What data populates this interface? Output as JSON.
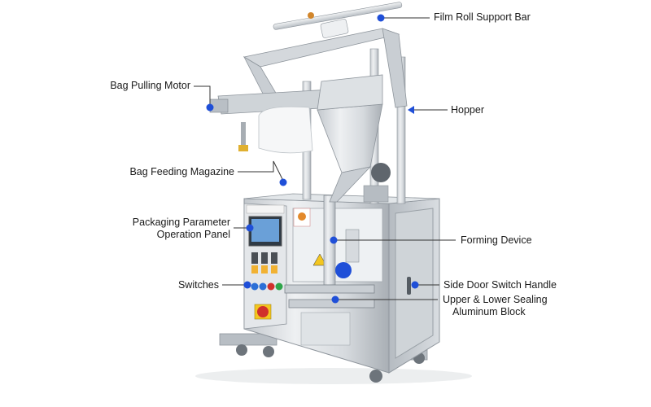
{
  "colors": {
    "marker": "#1f4fd8",
    "leader_line": "#333333",
    "steel_light": "#e9ecef",
    "steel_mid": "#c9ced3",
    "steel_dark": "#8e959c",
    "panel_screen": "#6aa0d8",
    "emergency_red": "#d0302b"
  },
  "labels": {
    "film_roll_support_bar": "Film Roll Support Bar",
    "bag_pulling_motor": "Bag Pulling Motor",
    "hopper": "Hopper",
    "bag_feeding_magazine": "Bag Feeding Magazine",
    "packaging_parameter_line1": "Packaging Parameter",
    "packaging_parameter_line2": "Operation Panel",
    "forming_device": "Forming Device",
    "switches": "Switches",
    "side_door_switch_handle": "Side Door Switch Handle",
    "sealing_block_line1": "Upper & Lower Sealing",
    "sealing_block_line2": "Aluminum Block"
  }
}
